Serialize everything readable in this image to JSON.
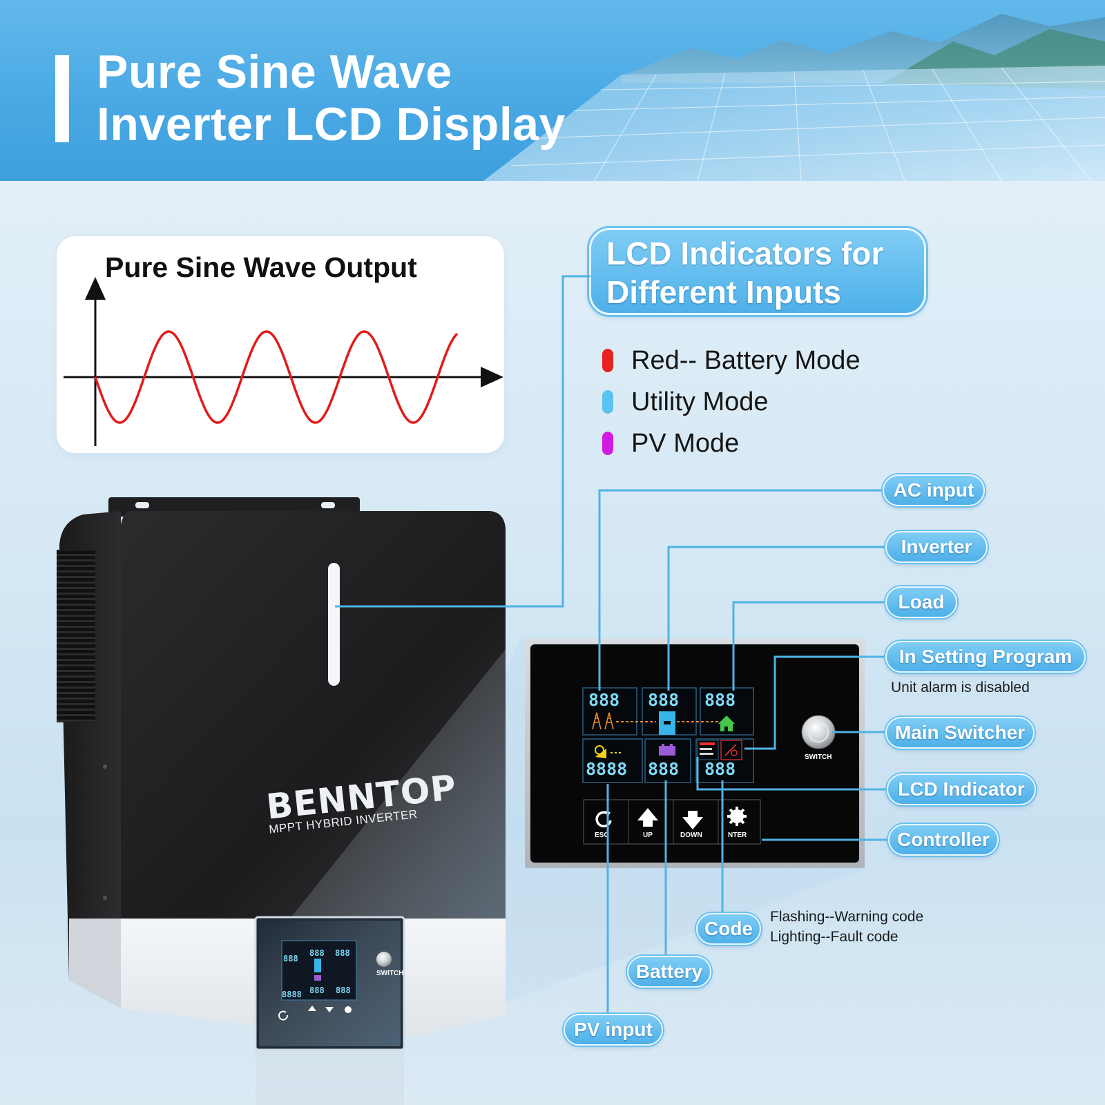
{
  "header": {
    "title_line1": "Pure Sine Wave",
    "title_line2": "Inverter LCD Display"
  },
  "sine_card": {
    "title": "Pure Sine Wave Output"
  },
  "lcd_section": {
    "title_line1": "LCD Indicators for",
    "title_line2": "Different Inputs",
    "legend": [
      {
        "label": "Red-- Battery Mode",
        "color": "#e8221f"
      },
      {
        "label": "Utility Mode",
        "color": "#5bc3f0"
      },
      {
        "label": "PV Mode",
        "color": "#d21be0"
      }
    ]
  },
  "callouts": {
    "ac_input": "AC input",
    "inverter": "Inverter",
    "load": "Load",
    "in_setting_program": "In Setting Program",
    "in_setting_note": "Unit alarm is disabled",
    "main_switcher": "Main Switcher",
    "lcd_indicator": "LCD Indicator",
    "controller": "Controller",
    "code": "Code",
    "code_note_1": "Flashing--Warning code",
    "code_note_2": "Lighting--Fault code",
    "battery": "Battery",
    "pv_input": "PV input"
  },
  "product": {
    "brand": "BENNTOP",
    "model": "MPPT HYBRID INVERTER"
  },
  "panel": {
    "segment_display": "888",
    "segment_display_4": "8888",
    "switch_label": "SWITCH",
    "buttons": [
      "ESC",
      "UP",
      "DOWN",
      "NTER"
    ]
  },
  "colors": {
    "accent_blue": "#4eb0e8",
    "line_blue": "#4fb3e6",
    "sine_red": "#e21a1a"
  }
}
